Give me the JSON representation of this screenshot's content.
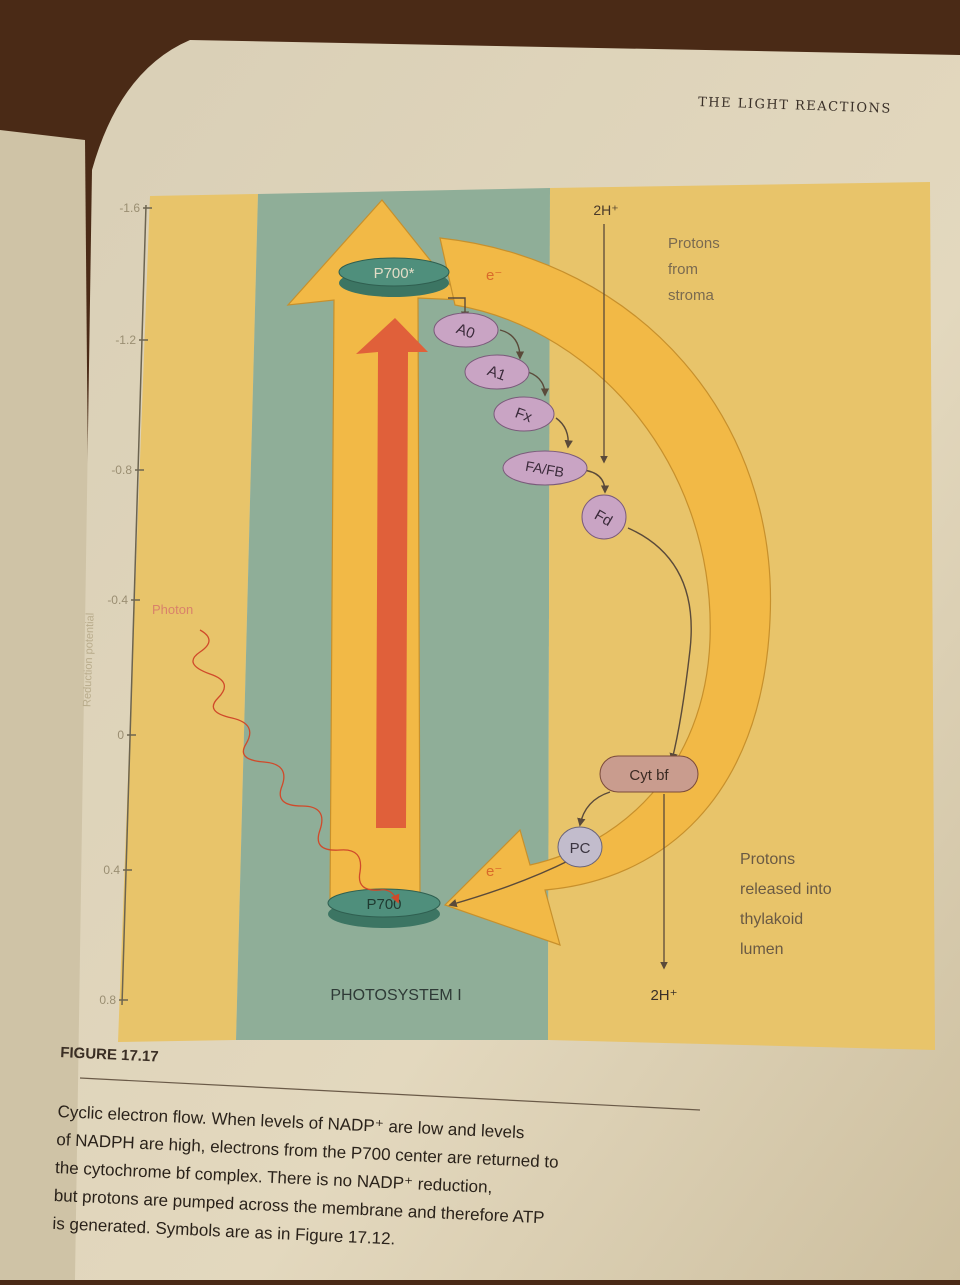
{
  "header": {
    "running_title": "THE LIGHT REACTIONS"
  },
  "diagram": {
    "p700_excited": "P700*",
    "p700_ground": "P700",
    "carriers": {
      "a0": "A0",
      "a1": "A1",
      "fx": "Fx",
      "fafb": "FA/FB",
      "fd": "Fd",
      "cyt_bf": "Cyt bf",
      "pc": "PC"
    },
    "electron_label": "e⁻",
    "photon_label": "Photon",
    "protons_in_top": "2H⁺",
    "protons_from_stroma": [
      "Protons",
      "from",
      "stroma"
    ],
    "protons_released": [
      "Protons",
      "released into",
      "thylakoid",
      "lumen"
    ],
    "protons_out_bottom": "2H⁺",
    "system_label": "PHOTOSYSTEM I",
    "axis_ticks": [
      "-1.6",
      "-1.2",
      "-0.8",
      "-0.4",
      "0",
      "0.4",
      "0.8"
    ],
    "axis_label": "Reduction potential"
  },
  "caption": {
    "figure_number": "FIGURE 17.17",
    "lines": [
      "Cyclic electron flow. When levels of NADP⁺ are low and levels",
      "of NADPH are high, electrons from the P700 center are returned to",
      "the cytochrome bf complex. There is no NADP⁺ reduction,",
      "but protons are pumped across the membrane and therefore ATP",
      "is generated. Symbols are as in Figure 17.12."
    ]
  },
  "colors": {
    "stroma_band": "#e8c46a",
    "membrane_band": "#8fae98",
    "arrow_fill": "#f2b946",
    "carrier_fill": "#c9a4c4",
    "cyt_fill": "#c99c8e",
    "pc_fill": "#c2bccc",
    "p700_fill": "#4f8f7c",
    "red_arrow": "#e0603a",
    "photon_line": "#d04a2a"
  }
}
